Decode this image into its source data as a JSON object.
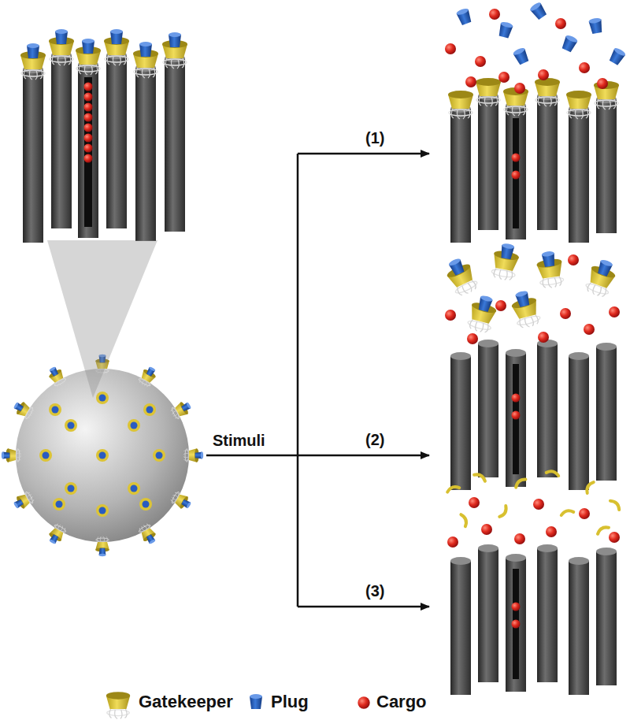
{
  "diagram": {
    "labels": [
      "Stimuli",
      "(1)",
      "(2)",
      "(3)"
    ],
    "legend": [
      {
        "text": "Gatekeeper"
      },
      {
        "text": "Plug"
      },
      {
        "text": "Cargo"
      }
    ]
  }
}
